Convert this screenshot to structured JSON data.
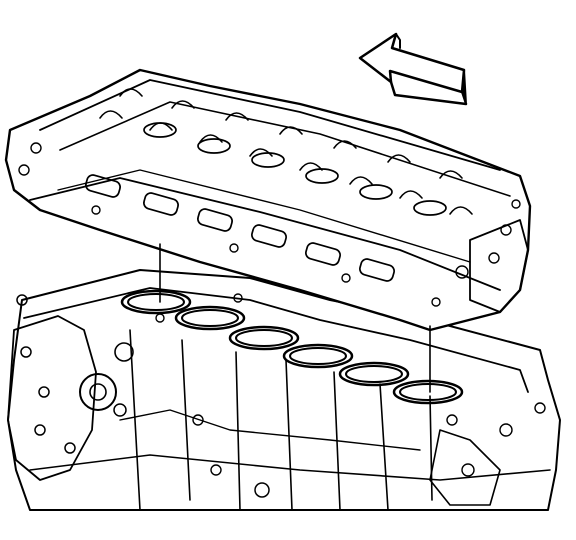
{
  "figure": {
    "type": "exploded-view line drawing",
    "subject_parts": [
      "cylinder-head",
      "engine-block",
      "cylinder-bores",
      "alignment-arrow",
      "guide-lines"
    ],
    "colors": {
      "line": "#000000",
      "background": "#ffffff"
    },
    "bore_count": 6,
    "arrow_direction": "left"
  }
}
